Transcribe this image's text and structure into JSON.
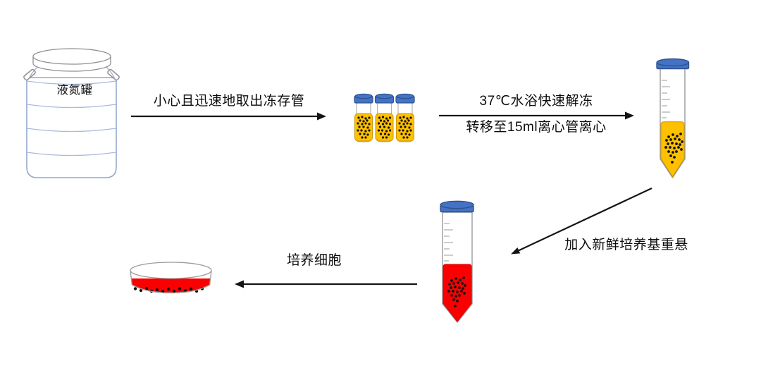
{
  "tank": {
    "label": "液氮罐"
  },
  "steps": [
    {
      "id": 1,
      "text": "小心且迅速地取出冻存管",
      "arrow_direction": "right"
    },
    {
      "id": 2,
      "text_line1": "37℃水浴快速解冻",
      "text_line2": "转移至15ml离心管离心",
      "arrow_direction": "right"
    },
    {
      "id": 3,
      "text": "加入新鲜培养基重悬",
      "arrow_direction": "down-left"
    },
    {
      "id": 4,
      "text": "培养细胞",
      "arrow_direction": "left"
    }
  ],
  "icons": {
    "tank": "liquid-nitrogen-tank",
    "vials": "cryovials-x3",
    "tube_yellow": "centrifuge-tube-yellow-cells",
    "tube_red": "centrifuge-tube-red-medium",
    "dish": "petri-dish-with-cells"
  },
  "colors": {
    "cap_blue": "#4472C4",
    "cap_blue_border": "#2F528F",
    "cell_suspension_yellow": "#FFC000",
    "yellow_border": "#C99700",
    "medium_red": "#FB0000",
    "tank_outline": "#93A9CE",
    "glass_outline": "#9B9B9B",
    "arrow": "#141414",
    "cells_dots": "#111111"
  }
}
